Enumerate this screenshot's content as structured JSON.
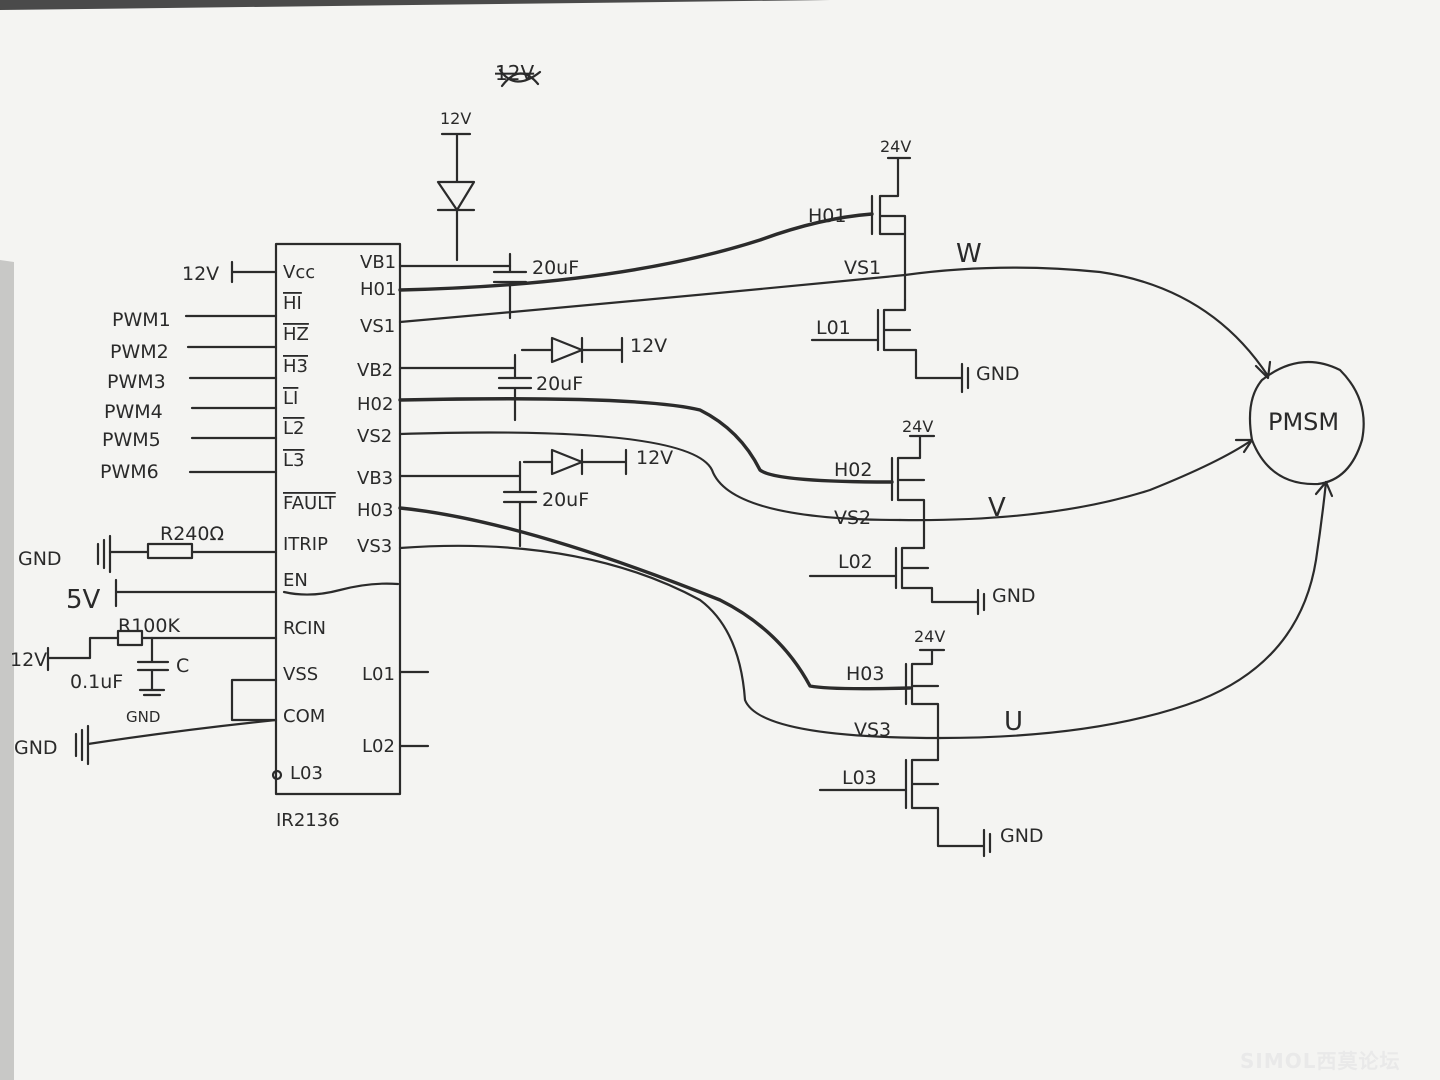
{
  "scribble_title": "12V",
  "ic": {
    "part": "IR2136",
    "left_pins": [
      "Vcc",
      "HI",
      "HZ",
      "H3",
      "LI",
      "L2",
      "L3",
      "FAULT",
      "ITRIP",
      "EN",
      "RCIN",
      "VSS",
      "COM",
      "L03"
    ],
    "right_pins": [
      "VB1",
      "H01",
      "VS1",
      "VB2",
      "H02",
      "VS2",
      "VB3",
      "H03",
      "VS3",
      "L01",
      "L02"
    ]
  },
  "inputs": {
    "vcc_supply": "12V",
    "pwm": [
      "PWM1",
      "PWM2",
      "PWM3",
      "PWM4",
      "PWM5",
      "PWM6"
    ],
    "itrip_gnd": "GND",
    "itrip_resistor": "R240Ω",
    "en_supply": "5V",
    "rcin_supply": "12V",
    "rcin_resistor": "R100K",
    "rcin_cap_value": "0.1uF",
    "rcin_cap_name": "C",
    "rcin_cap_gnd": "GND",
    "com_gnd": "GND"
  },
  "bootstrap": {
    "supply_top": "12V",
    "supply_mid": "12V",
    "supply_low": "12V",
    "caps": [
      "20uF",
      "20uF",
      "20uF"
    ]
  },
  "bridge": {
    "high_supplies": [
      "24V",
      "24V",
      "24V"
    ],
    "gate_labels": [
      "H01",
      "L01",
      "H02",
      "L02",
      "H03",
      "L03"
    ],
    "vs_labels": [
      "VS1",
      "VS2",
      "VS3"
    ],
    "gnd_labels": [
      "GND",
      "GND",
      "GND"
    ],
    "phases": [
      "W",
      "V",
      "U"
    ]
  },
  "motor": {
    "label": "PMSM"
  },
  "watermark": "SIMOL西莫论坛",
  "colors": {
    "paper": "#f4f4f2",
    "ink": "#2b2b2b",
    "background": "#3a3a3a"
  }
}
